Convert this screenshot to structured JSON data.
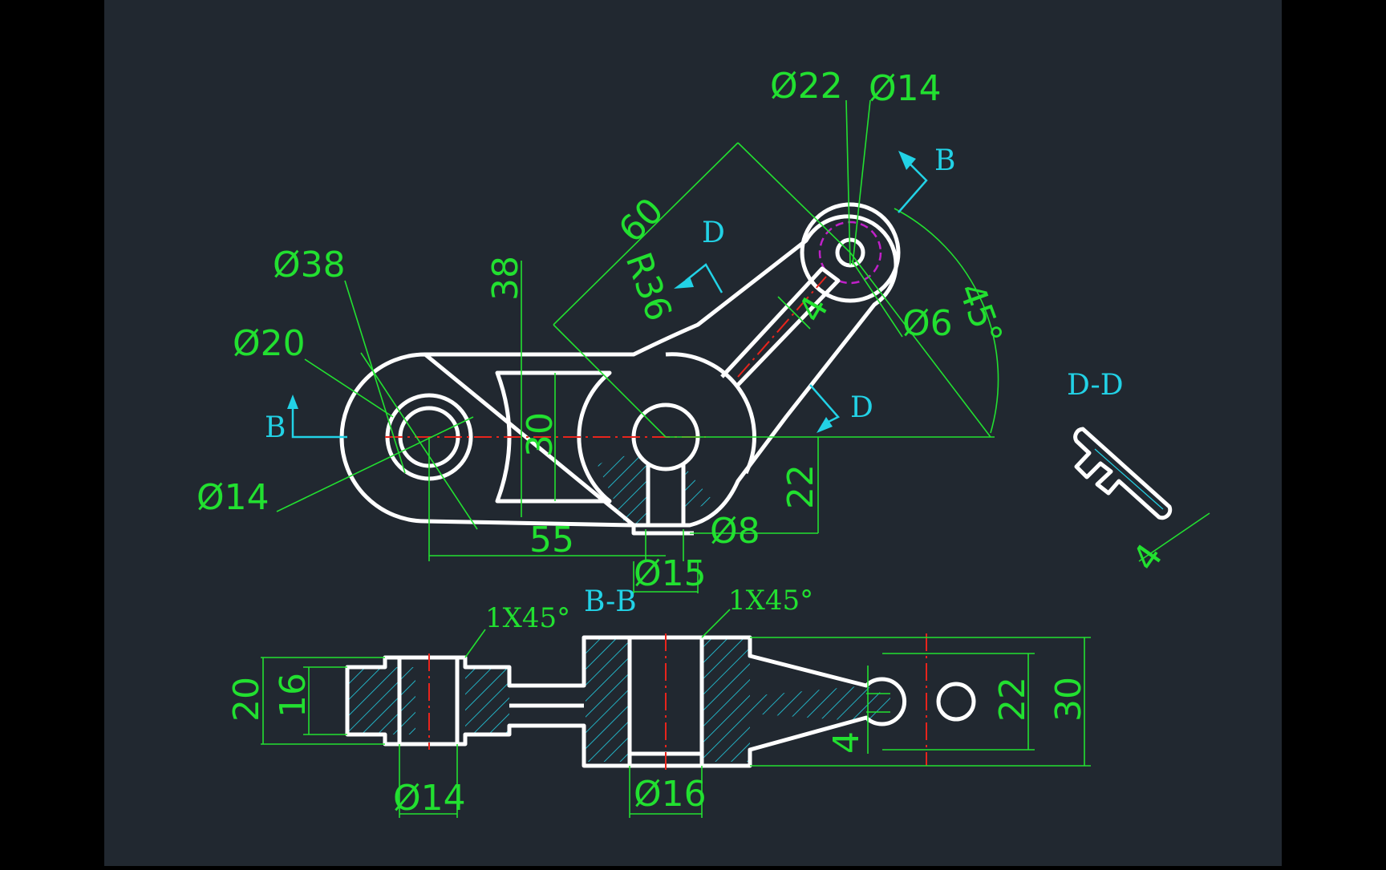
{
  "drawing": {
    "main_view": {
      "dims": {
        "d38": "Ø38",
        "d20": "Ø20",
        "d14_left": "Ø14",
        "v38": "38",
        "v30": "30",
        "l60": "60",
        "r36": "R36",
        "d22_top": "Ø22",
        "d14_top": "Ø14",
        "d6": "Ø6",
        "w4": "4",
        "ang45": "45°",
        "v22": "22",
        "l55": "55",
        "d8": "Ø8",
        "d15": "Ø15"
      },
      "labels": {
        "b_left": "B",
        "b_right": "B",
        "d_top": "D",
        "d_bottom": "D"
      }
    },
    "section_dd": {
      "title": "D-D",
      "dim_4": "4"
    },
    "section_bb": {
      "title": "B-B",
      "chamfer_left": "1X45°",
      "chamfer_right": "1X45°",
      "v20": "20",
      "v16": "16",
      "d14": "Ø14",
      "d16": "Ø16",
      "v4": "4",
      "v22": "22",
      "v30": "30"
    }
  },
  "colors": {
    "background": "#212830",
    "dimension": "#22e030",
    "outline": "#ffffff",
    "centerline": "#e8241c",
    "section_label": "#22d2e6",
    "hidden_circle": "#c020c8"
  }
}
